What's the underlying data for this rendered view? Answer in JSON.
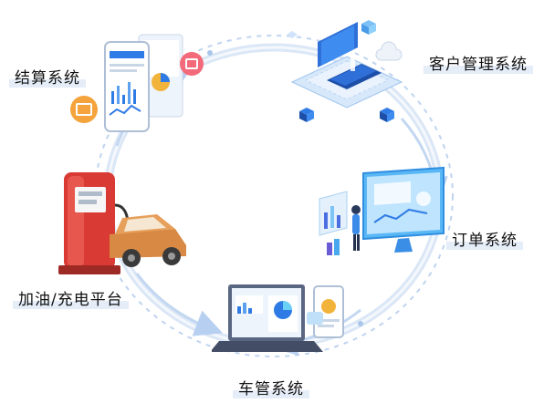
{
  "nodes": {
    "settlement": {
      "label": "结算系统"
    },
    "customer": {
      "label": "客户管理系统"
    },
    "order": {
      "label": "订单系统"
    },
    "vehicle": {
      "label": "车管系统"
    },
    "charging": {
      "label": "加油/充电平台"
    }
  },
  "colors": {
    "ring": "#c9dcf3",
    "ring_dash": "#a9c6ea",
    "accent": "#2f7be6",
    "pump": "#d93a33",
    "car": "#d88a44"
  }
}
